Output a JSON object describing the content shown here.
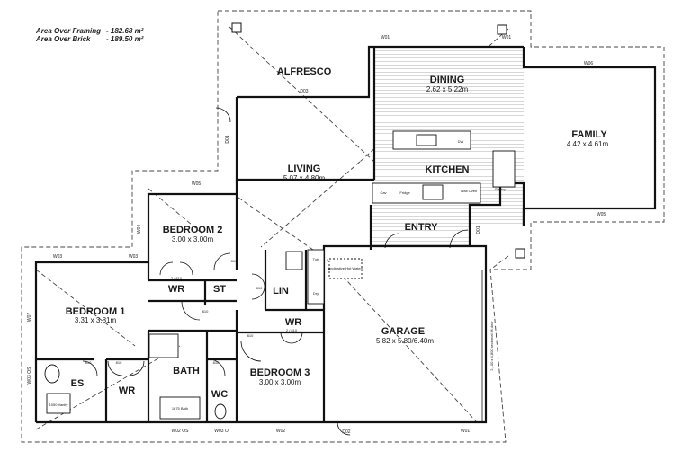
{
  "areas": {
    "framing_label": "Area Over Framing",
    "framing_value": "- 182.68 m²",
    "brick_label": "Area Over Brick",
    "brick_value": "- 189.50 m²"
  },
  "rooms": {
    "alfresco": "ALFRESCO",
    "dining": "DINING",
    "dining_dim": "2.62 x 5.22m",
    "family": "FAMILY",
    "family_dim": "4.42 x 4.61m",
    "living": "LIVING",
    "living_dim": "5.07 x 4.80m",
    "kitchen": "KITCHEN",
    "bed2": "BEDROOM 2",
    "bed2_dim": "3.00 x 3.00m",
    "entry": "ENTRY",
    "wr_bed2": "WR",
    "st": "ST",
    "lin": "LIN",
    "bed1": "BEDROOM 1",
    "bed1_dim": "3.31 x 3.81m",
    "garage": "GARAGE",
    "garage_dim": "5.82 x 5.80/6.40m",
    "wr_bed3": "WR",
    "bath": "BATH",
    "bed3": "BEDROOM 3",
    "bed3_dim": "3.00 x 3.00m",
    "es": "ES",
    "wr_bed1": "WR",
    "wc": "WC"
  },
  "windows": {
    "w01_a": "W01",
    "w01_b": "W01",
    "w06": "W06",
    "w05_family": "W05",
    "d03": "D03",
    "d01_living": "D01",
    "w05_bed2": "W05",
    "w04": "W04",
    "w03": "W03",
    "w03_b": "W03",
    "w07": "W07",
    "w03os": "W03 OS",
    "w02os": "W02 OS",
    "w03o": "W03 O",
    "w02": "W02",
    "d02": "D02",
    "w01_garage": "W01",
    "d01_entry": "D01",
    "garage_door": "2,100 x 4,800 sectional lift door"
  },
  "fixtures": {
    "cav": "Cav",
    "fridge": "Fridge",
    "wall_oven": "Wall Oven",
    "pantry": "Pantry",
    "dw": "DW",
    "tub": "Tub",
    "dry": "Dry",
    "hws": "(Indicative Hot Water)",
    "bath_tub": "1675 Bath",
    "vanity": "1050 Vanity",
    "d810_1": "2 / 810",
    "d810_2": "2 / 810",
    "d810_3": "810",
    "d810_4": "810",
    "d810_5": "810",
    "d810_6": "810",
    "d810_7": "810",
    "d810_8": "810",
    "d810_9": "810"
  }
}
